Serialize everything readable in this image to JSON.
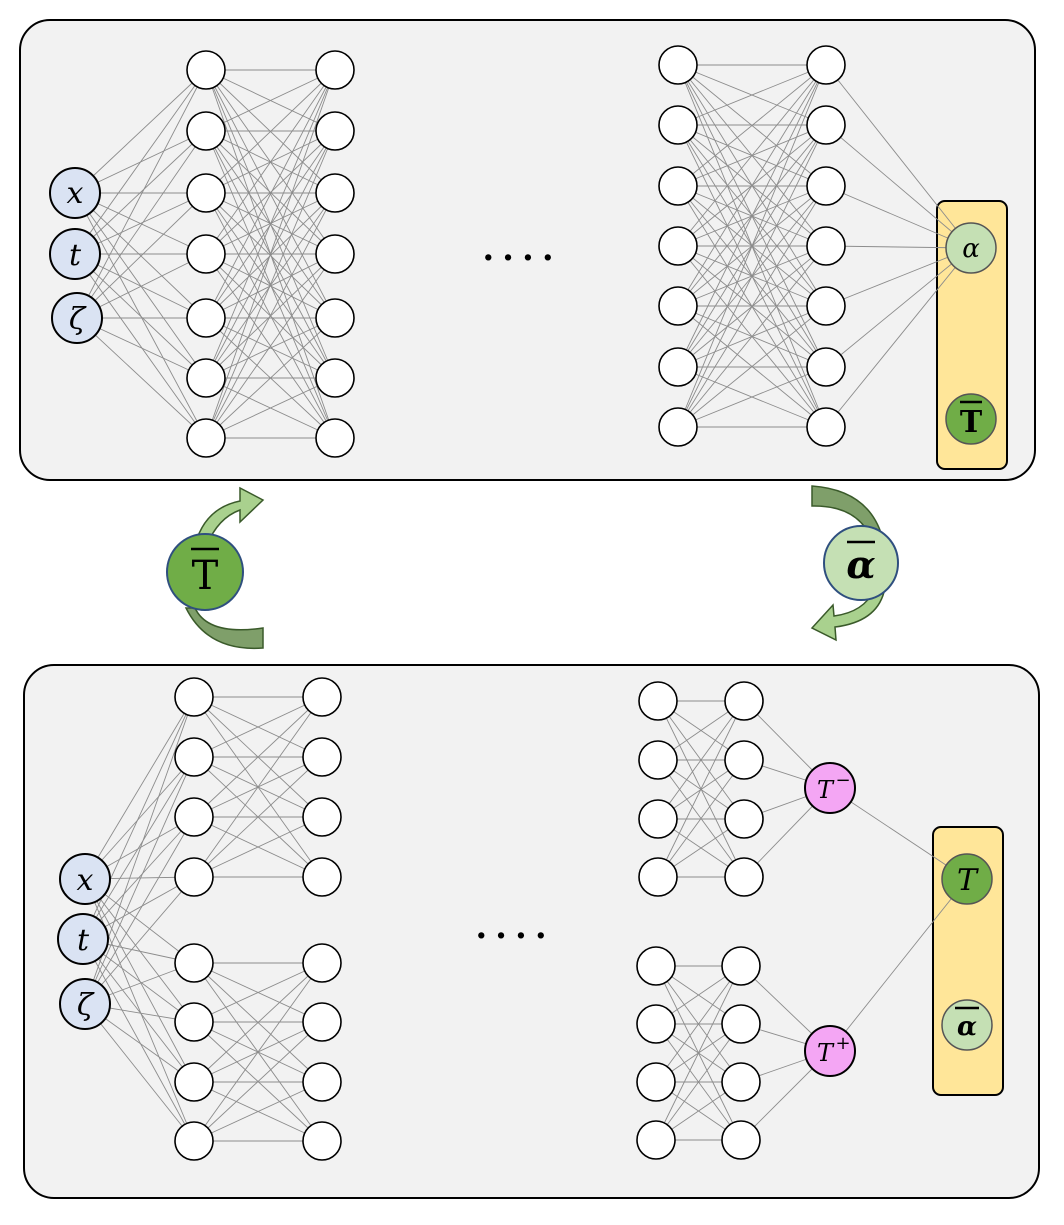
{
  "colors": {
    "panel_fill": "#f2f2f2",
    "panel_stroke": "#000000",
    "neuron_fill": "#ffffff",
    "input_fill": "#dae3f3",
    "input_stroke": "#2f4f7f",
    "output_box_fill": "#ffe699",
    "alpha_fill": "#c5e0b4",
    "temp_fill": "#70ad47",
    "branch_fill": "#f4a6f4",
    "arrow_light": "#a9d18e",
    "arrow_dark": "#7f9f6a",
    "edge": "#7f7f7f"
  },
  "top_network": {
    "inputs": [
      "x",
      "t",
      "ζ"
    ],
    "ellipsis": "....",
    "outputs": {
      "alpha": "α",
      "temperature": "T"
    }
  },
  "bottom_network": {
    "inputs": [
      "x",
      "t",
      "ζ"
    ],
    "ellipsis": "....",
    "branch_minus": {
      "base": "T",
      "sup": "−"
    },
    "branch_plus": {
      "base": "T",
      "sup": "+"
    },
    "outputs": {
      "temperature": "T",
      "alpha": "α"
    }
  },
  "exchange": {
    "left_label": "T",
    "right_label": "α"
  }
}
